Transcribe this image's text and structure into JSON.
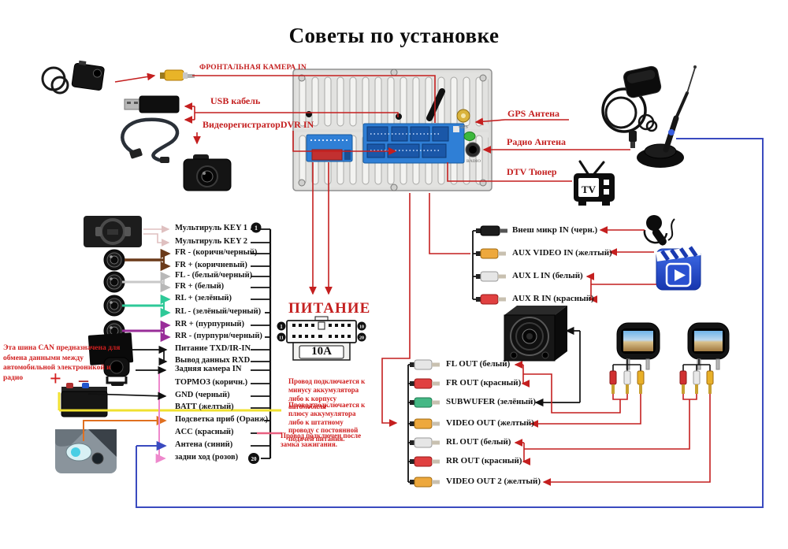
{
  "title": "Советы по установке",
  "colors": {
    "line_red": "#c41f1f",
    "line_blue": "#3a4abf",
    "wire_yellow": "#f0e030",
    "wire_orange": "#e07020",
    "wire_pink": "#ee88cc",
    "wire_brown": "#6b3a1a",
    "wire_gray": "#c8c8c8",
    "wire_teal": "#2ec998",
    "wire_purple": "#992d99",
    "rca_yellow": "#eda83d",
    "rca_red": "#e04040",
    "rca_white": "#e6e6e6",
    "rca_green": "#45b885"
  },
  "inputs_top_left": {
    "front_camera": "ФРОНТАЛЬНАЯ КАМЕРА IN",
    "usb": "USB кабель",
    "dvr": "ВидеорегистраторDVR IN"
  },
  "inputs_top_right": {
    "gps": "GPS Антена",
    "radio": "Радио Антена",
    "dtv": "DTV Тюнер",
    "tv_icon_text": "TV"
  },
  "head_unit": {
    "gps_port": "GPS",
    "radio_port": "RADIO"
  },
  "can_note": "Эта шина CAN предназначена для обмена данными между автомобильной электроникой и радио",
  "battery": {
    "plus": "+",
    "minus": "–"
  },
  "harness": {
    "first_pin": "1",
    "last_pin": "20",
    "wires": [
      {
        "label": "Мультируль KEY 1"
      },
      {
        "label": "Мультируль KEY 2"
      },
      {
        "label": "FR - (коричн/черный)"
      },
      {
        "label": "FR + (коричневый)"
      },
      {
        "label": "FL - (белый/черный)"
      },
      {
        "label": "FR + (белый)"
      },
      {
        "label": "RL + (зелёный)"
      },
      {
        "label": "RL - (зелёный/черный)"
      },
      {
        "label": "RR + (пурпурный)"
      },
      {
        "label": "RR - (пурпурн/черный)"
      },
      {
        "label": "Питание TXD/IR-IN"
      },
      {
        "label": "Вывод данных RXD"
      },
      {
        "label": "Задняя камера IN"
      },
      {
        "label": "ТОРМОЗ (коричн.)"
      },
      {
        "label": "GND (черный)"
      },
      {
        "label": "BATT (желтый)"
      },
      {
        "label": "Подсветка приб (Оранж)"
      },
      {
        "label": "ACC (красный)"
      },
      {
        "label": "Антена (синий)"
      },
      {
        "label": "задни ход (розов)"
      }
    ]
  },
  "power": {
    "title": "ПИТАНИЕ",
    "fuse": "10A",
    "pin_tl": "1",
    "pin_tr": "10",
    "pin_bl": "11",
    "pin_br": "20",
    "notes": [
      "Провод подключается к минусу аккумулятора либо к корпусу автомобиля",
      "Провод подключается к плюсу аккумулятора либо к штатному проводу с постоянной подачей питания.",
      "Провод подключен после замка зажигания."
    ]
  },
  "aux_inputs": {
    "items": [
      {
        "label": "Внеш микр IN (черн.)"
      },
      {
        "label": "AUX VIDEO IN (желтый)"
      },
      {
        "label": "AUX L IN (белый)"
      },
      {
        "label": "AUX R IN (красный)"
      }
    ]
  },
  "av_outputs": {
    "items": [
      {
        "label": "FL OUT (белый)"
      },
      {
        "label": "FR OUT (красный)"
      },
      {
        "label": "SUBWUFER (зелёный)"
      },
      {
        "label": "VIDEO OUT (желтый)"
      },
      {
        "label": "RL OUT (белый)"
      },
      {
        "label": "RR OUT (красный)"
      },
      {
        "label": "VIDEO OUT 2 (желтый)"
      }
    ]
  }
}
